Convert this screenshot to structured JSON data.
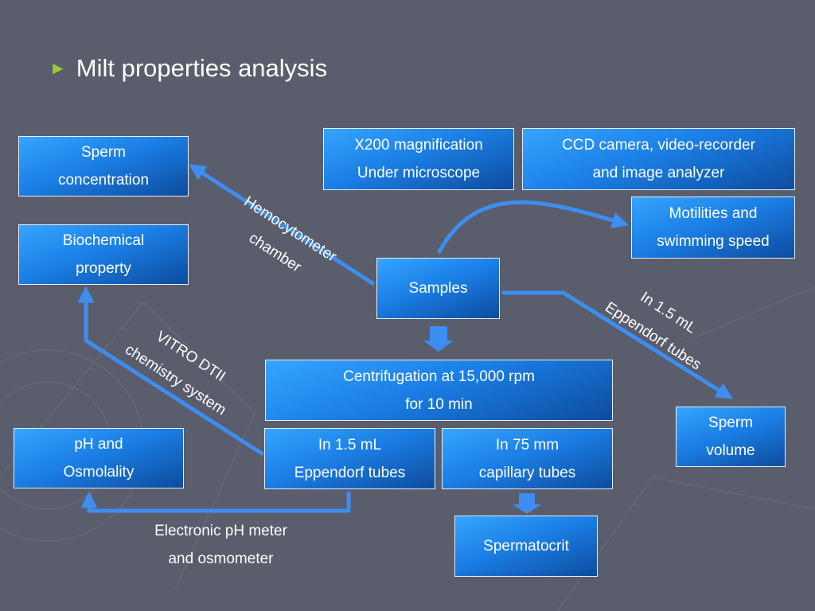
{
  "slide": {
    "title": "Milt properties analysis"
  },
  "colors": {
    "background": "#5a5d6c",
    "box_top": "#35a5ff",
    "box_bottom": "#0d4c9e",
    "arrow": "#3d8ef0",
    "bullet": "#9acd32"
  },
  "boxes": {
    "sperm_concentration": "Sperm\nconcentration",
    "biochemical_property": "Biochemical\nproperty",
    "ph_osmolality": "pH and\nOsmolality",
    "x200": "X200 magnification\nUnder microscope",
    "ccd_camera": "CCD camera, video-recorder\nand image analyzer",
    "motilities": "Motilities and\nswimming speed",
    "samples": "Samples",
    "centrifugation": "Centrifugation at 15,000 rpm\nfor 10 min",
    "eppendorf": "In 1.5 mL\nEppendorf tubes",
    "capillary": "In 75 mm\ncapillary tubes",
    "sperm_volume": "Sperm\nvolume",
    "spermatocrit": "Spermatocrit"
  },
  "labels": {
    "hemocytometer": "Hemocytometer\nchamber",
    "vitro": "VITRO DTII\nchemistry system",
    "eppendorf_diag": "In 1.5 mL\nEppendorf tubes",
    "ph_meter": "Electronic pH meter\nand osmometer"
  }
}
